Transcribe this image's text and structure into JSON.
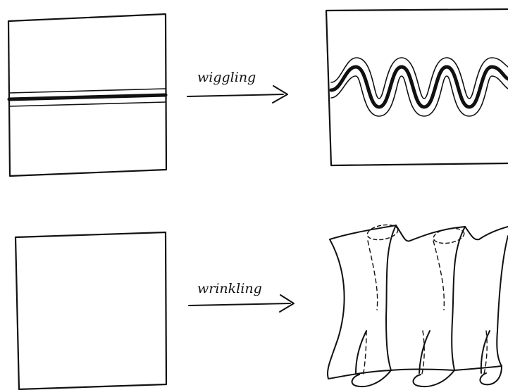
{
  "diagram": {
    "rows": [
      {
        "id": "wiggling",
        "label": "wiggling",
        "before": "square-with-horizontal-band",
        "after": "square-with-wavy-band"
      },
      {
        "id": "wrinkling",
        "label": "wrinkling",
        "before": "plain-square",
        "after": "wrinkled-sheet"
      }
    ]
  },
  "colors": {
    "ink": "#111111",
    "background": "#ffffff"
  }
}
